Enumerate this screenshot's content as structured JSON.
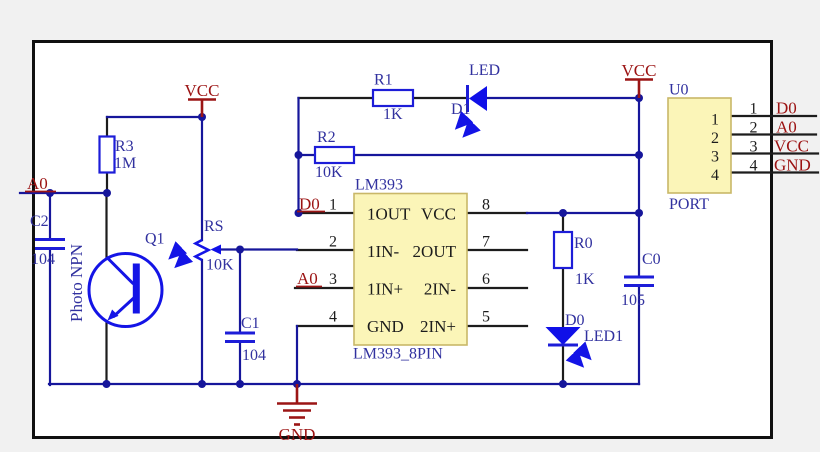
{
  "power": {
    "vcc": "VCC",
    "gnd": "GND"
  },
  "nets": {
    "a0": "A0",
    "d0": "D0"
  },
  "resistors": {
    "r3": {
      "ref": "R3",
      "value": "1M"
    },
    "r1": {
      "ref": "R1",
      "value": "1K"
    },
    "r2": {
      "ref": "R2",
      "value": "10K"
    },
    "rs": {
      "ref": "RS",
      "value": "10K"
    },
    "r0": {
      "ref": "R0",
      "value": "1K"
    }
  },
  "capacitors": {
    "c2": {
      "ref": "C2",
      "value": "104"
    },
    "c1": {
      "ref": "C1",
      "value": "104"
    },
    "c0": {
      "ref": "C0",
      "value": "105"
    }
  },
  "transistor": {
    "ref": "Q1",
    "label": "Photo NPN"
  },
  "leds": {
    "d1": {
      "ref": "D1",
      "label": "LED"
    },
    "d0": {
      "ref": "D0",
      "label": "LED1"
    }
  },
  "ic": {
    "name": "LM393",
    "part": "LM393_8PIN",
    "left_pins": [
      {
        "num": "1",
        "name": "1OUT",
        "net": "D0"
      },
      {
        "num": "2",
        "name": "1IN-",
        "net": ""
      },
      {
        "num": "3",
        "name": "1IN+",
        "net": "A0"
      },
      {
        "num": "4",
        "name": "GND",
        "net": ""
      }
    ],
    "right_pins": [
      {
        "num": "8",
        "name": "VCC"
      },
      {
        "num": "7",
        "name": "2OUT"
      },
      {
        "num": "6",
        "name": "2IN-"
      },
      {
        "num": "5",
        "name": "2IN+"
      }
    ]
  },
  "connector": {
    "ref": "U0",
    "type": "PORT",
    "pins": [
      {
        "num": "1",
        "net": "D0"
      },
      {
        "num": "2",
        "net": "A0"
      },
      {
        "num": "3",
        "net": "VCC"
      },
      {
        "num": "4",
        "net": "GND"
      }
    ]
  },
  "colors": {
    "wire_blue": "#16169b",
    "component_blue": "#1d1dd8",
    "led_fill_blue": "#1010e8",
    "label_blue": "#31319f",
    "net_label_red": "#9b1212",
    "black": "#1c1c1c",
    "ic_fill_yellow": "#fbf5b8",
    "ic_border": "#c9b768",
    "paper_white": "#ffffff",
    "margin_gray": "#f1f1f1"
  }
}
